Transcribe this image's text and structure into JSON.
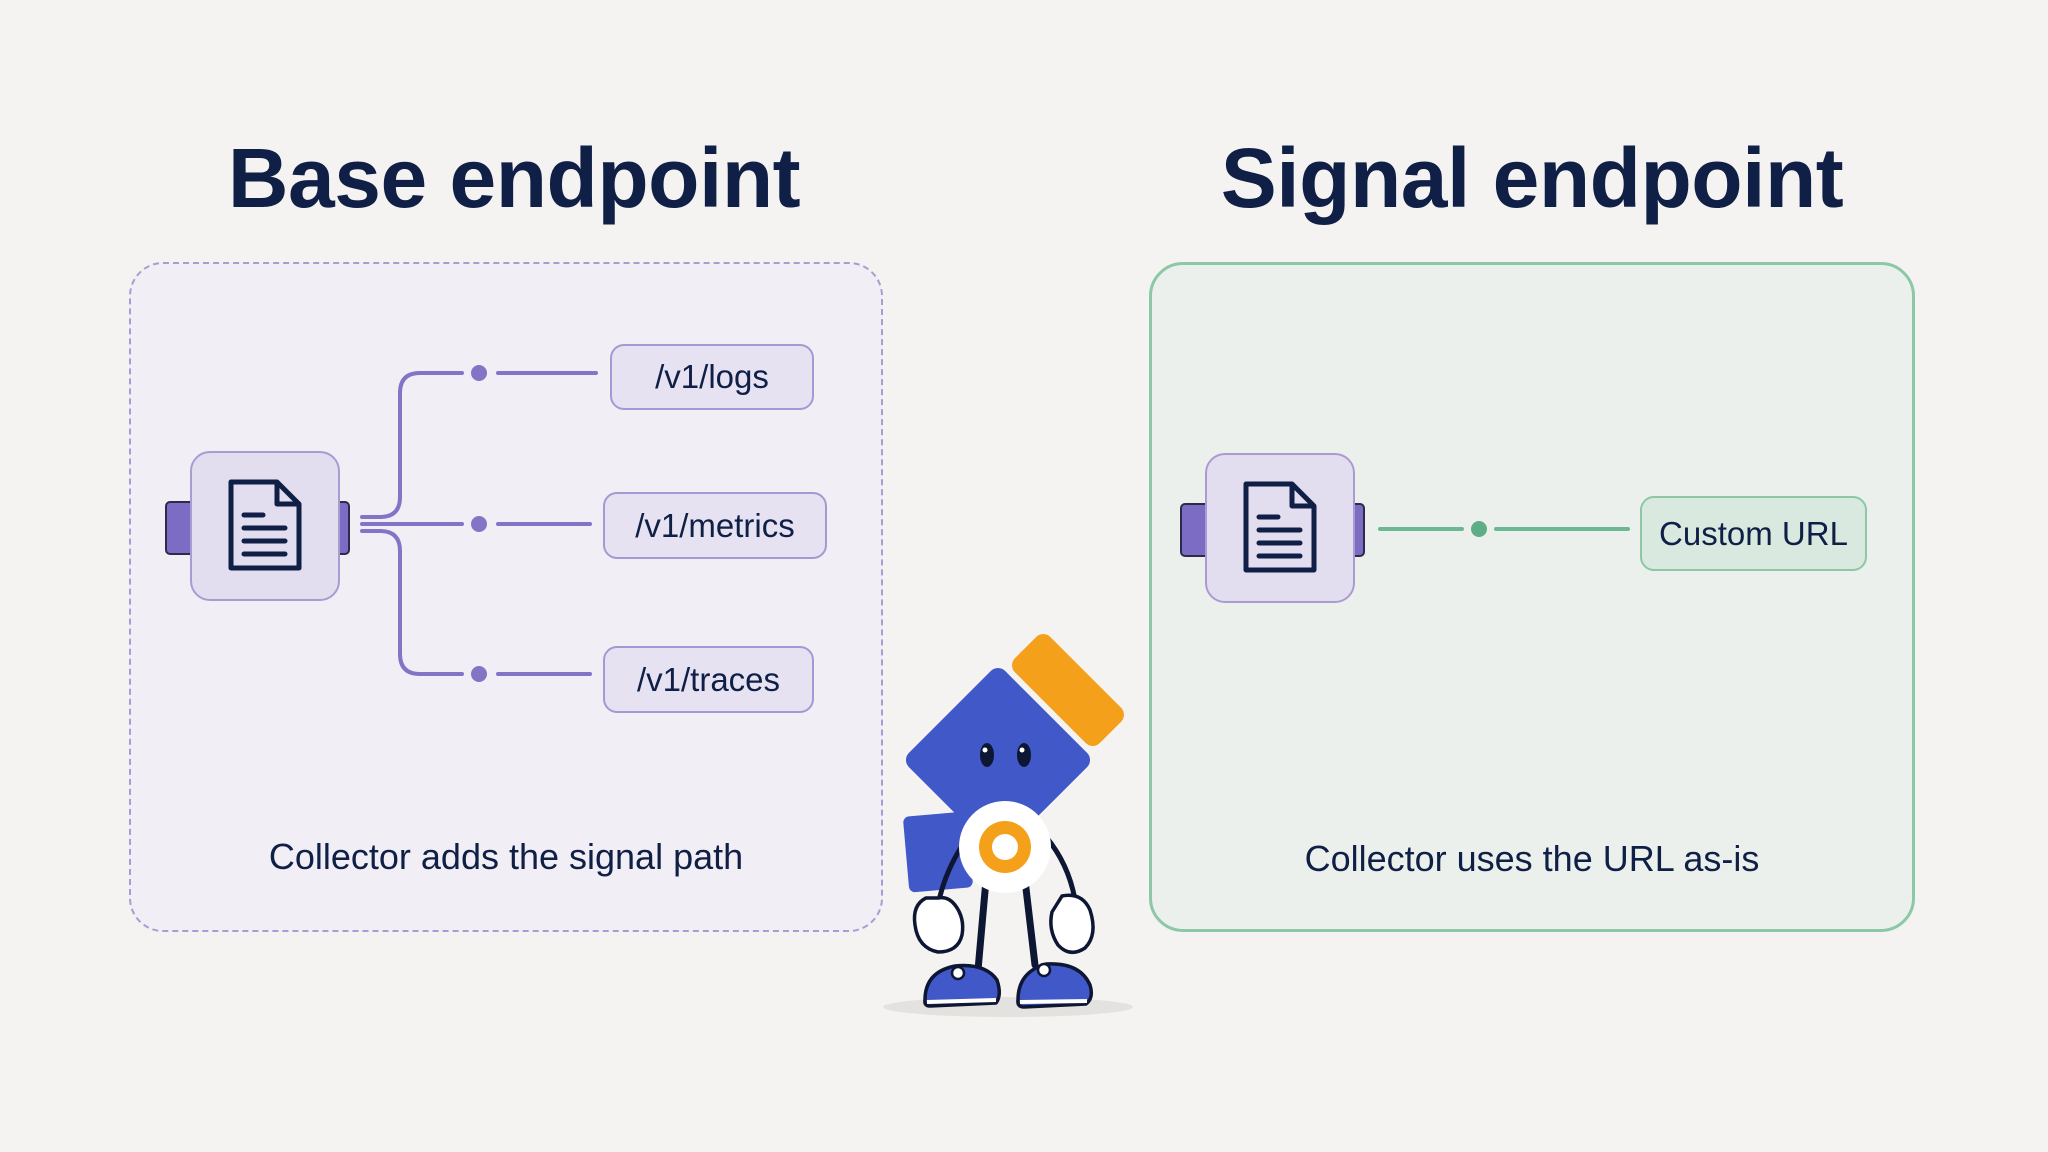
{
  "titles": {
    "base": "Base endpoint",
    "signal": "Signal endpoint"
  },
  "base_panel": {
    "paths": [
      "/v1/logs",
      "/v1/metrics",
      "/v1/traces"
    ],
    "caption": "Collector adds the signal path"
  },
  "signal_panel": {
    "target": "Custom URL",
    "caption": "Collector uses the URL as-is"
  },
  "icons": {
    "node": "document-icon",
    "mascot": "mascot-character"
  },
  "colors": {
    "background": "#f4f3f1",
    "text": "#0f1f45",
    "purple_accent": "#7d6cc4",
    "purple_border": "#a99cd2",
    "green_accent": "#5dae86",
    "green_border": "#8cc7a6",
    "mascot_blue": "#4058c8",
    "mascot_orange": "#f5a01a"
  }
}
